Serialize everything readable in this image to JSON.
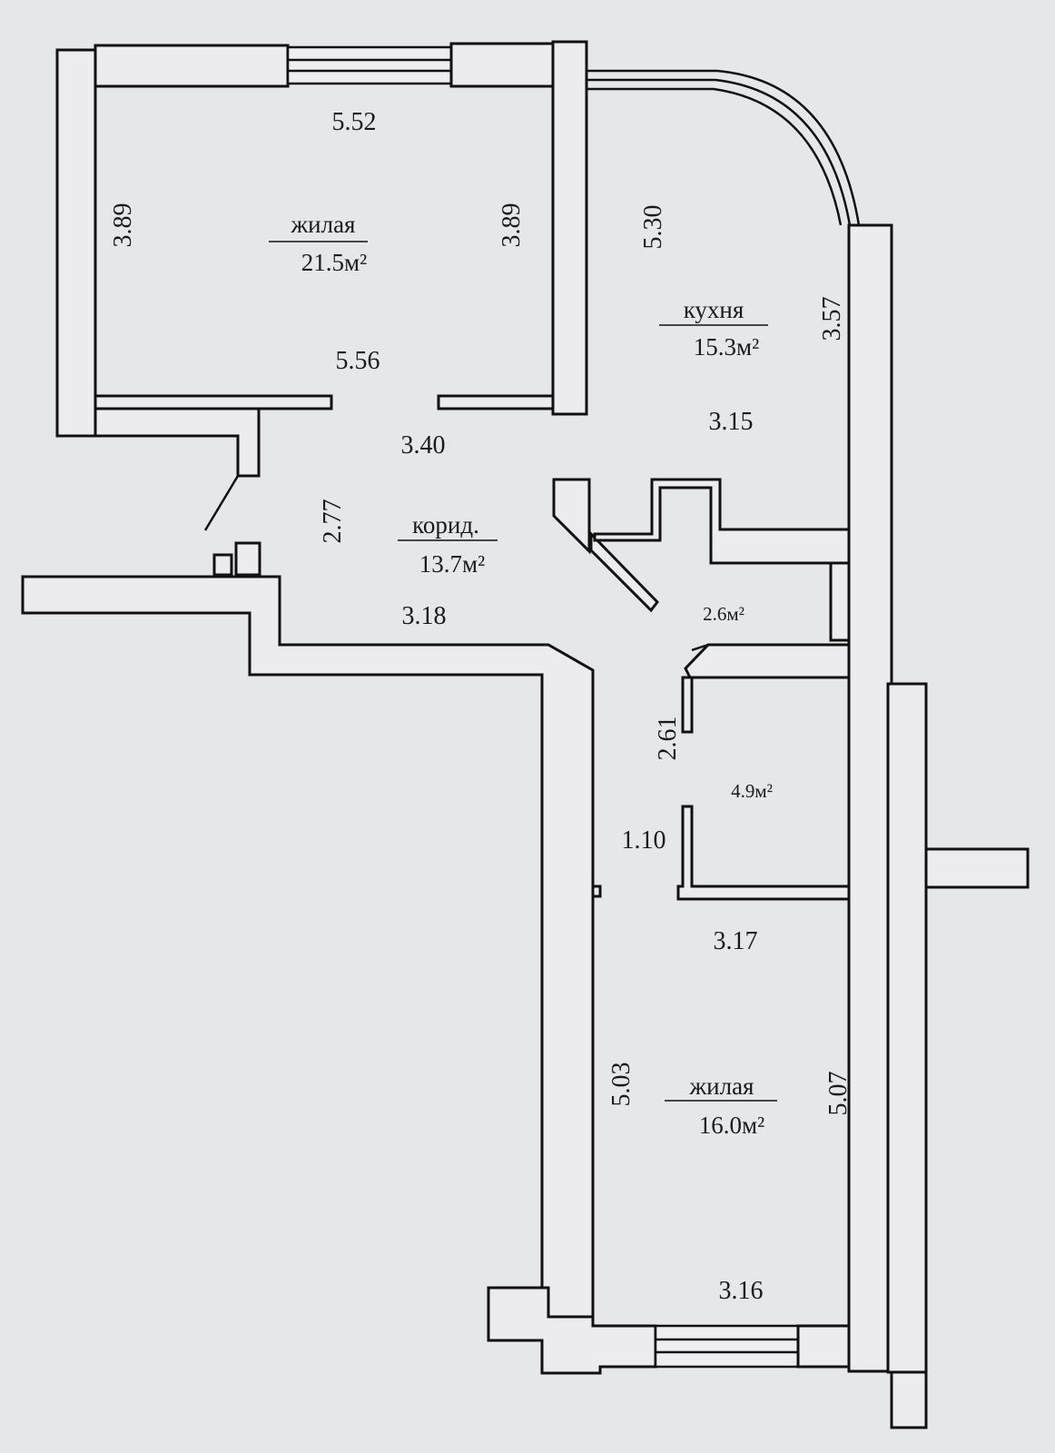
{
  "rooms": {
    "living1": {
      "name": "жилая",
      "area": "21.5м²"
    },
    "kitchen": {
      "name": "кухня",
      "area": "15.3м²"
    },
    "corridor": {
      "name": "корид.",
      "area": "13.7м²"
    },
    "bath": {
      "area": "2.6м²"
    },
    "wc": {
      "area": "4.9м²"
    },
    "living2": {
      "name": "жилая",
      "area": "16.0м²"
    }
  },
  "dimensions": {
    "living1_top": "5.52",
    "living1_left": "3.89",
    "living1_right": "3.89",
    "living1_bottom": "5.56",
    "kitchen_left": "5.30",
    "kitchen_right": "3.57",
    "kitchen_bottom": "3.15",
    "corridor_top": "3.40",
    "corridor_left": "2.77",
    "corridor_bottom": "3.18",
    "wc_left": "2.61",
    "wc_bottom": "1.10",
    "living2_top": "3.17",
    "living2_left": "5.03",
    "living2_right": "5.07",
    "living2_bottom": "3.16"
  }
}
